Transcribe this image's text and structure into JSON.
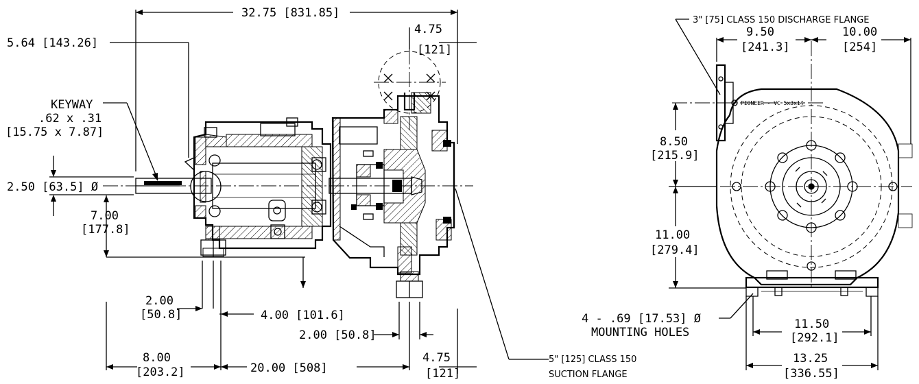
{
  "dimensions": {
    "overall_length": "32.75 [831.85]",
    "shaft_extension": "5.64 [143.26]",
    "keyway_title": "KEYWAY",
    "keyway_size": ".62 x .31",
    "keyway_metric": "[15.75 x 7.87]",
    "shaft_dia": "2.50 [63.5] Ø",
    "shaft_height_in": "7.00",
    "shaft_height_mm": "[177.8]",
    "foot_width_in": "2.00",
    "foot_width_mm": "[50.8]",
    "foot_offset": "4.00 [101.6]",
    "foot_spacing": "20.00 [508]",
    "rear_in": "8.00",
    "rear_mm": "[203.2]",
    "support_foot": "2.00 [50.8]",
    "top_right_in": "4.75",
    "top_right_mm": "[121]",
    "bottom_right_in": "4.75",
    "bottom_right_mm": "[121]",
    "suction_line1": "5\" [125] CLASS 150",
    "suction_line2": "SUCTION FLANGE",
    "discharge_flange": "3\" [75] CLASS 150 DISCHARGE FLANGE",
    "left_disch_in": "9.50",
    "left_disch_mm": "[241.3]",
    "right_disch_in": "10.00",
    "right_disch_mm": "[254]",
    "upper_height_in": "8.50",
    "upper_height_mm": "[215.9]",
    "lower_height_in": "11.00",
    "lower_height_mm": "[279.4]",
    "mounting_holes_size": "4 - .69 [17.53] Ø",
    "mounting_holes_label": "MOUNTING HOLES",
    "bolt_spacing_in": "11.50",
    "bolt_spacing_mm": "[292.1]",
    "base_width_in": "13.25",
    "base_width_mm": "[336.55]",
    "nameplate": "PIONEER - VC 5x3x14"
  }
}
